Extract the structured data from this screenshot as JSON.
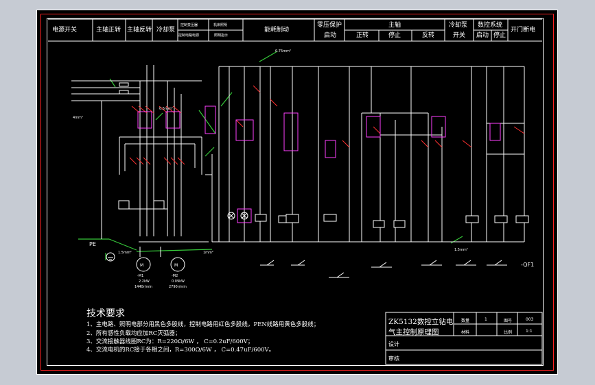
{
  "header": {
    "cells": [
      "电源开关",
      "主轴正转",
      "主轴反转",
      "冷却泵",
      "控制变压器",
      "机床照明",
      "能耗制动",
      "零压保护",
      "启动",
      "主轴",
      "正转",
      "停止",
      "反转",
      "冷却泵",
      "开关",
      "数控系统",
      "启动",
      "停止",
      "开门断电"
    ],
    "small_cells": [
      "控制电路电源",
      "照明指示"
    ]
  },
  "tech": {
    "title": "技术要求",
    "lines": [
      "1、主电路、照明电部分用黑色多股线，控制电路用红色多股线，PEN线路用黄色多股线；",
      "2、所有感性负载均应加RC灭弧器；",
      "3、交流接触器线圈RC为：R=220Ω/6W ， C=0.2uF/600V；",
      "4、交流电机的RC接于各相之间，R=300Ω/6W ，  C=0.47uF/600V。"
    ]
  },
  "title_block": {
    "drawing_title_line1": "ZK5132数控立钻电",
    "drawing_title_line2": "气主控制原理图",
    "qty_label": "数量",
    "qty_value": "1",
    "code_label": "图号",
    "code_value": "003",
    "material_label": "材料",
    "scale_label": "比例",
    "scale_value": "1:1",
    "design_label": "设计",
    "review_label": "审核"
  },
  "labels": {
    "pe": "PE",
    "pe_size": "1.5mm²",
    "motor1_power": "2.2kW",
    "motor1_speed": "1440r/min",
    "motor2_power": "0.09kW",
    "motor2_speed": "2790r/min",
    "motor1_tag": "-M1",
    "motor2_tag": "-M2",
    "qf1_bottom": "-QF1",
    "wire_size_1": "0.75mm²",
    "wire_size_2": "0.5mm²",
    "wire_size_3": "1mm²",
    "wire_size_4": "4mm²",
    "wire_size_5": "1.5mm²"
  },
  "colors": {
    "background": "#000000",
    "wire": "#ffffff",
    "ground_wire": "#36c93a",
    "frame": "#ff2020",
    "component": "#ff40ff",
    "contact": "#ff3030",
    "terminal": "#ffd200"
  }
}
